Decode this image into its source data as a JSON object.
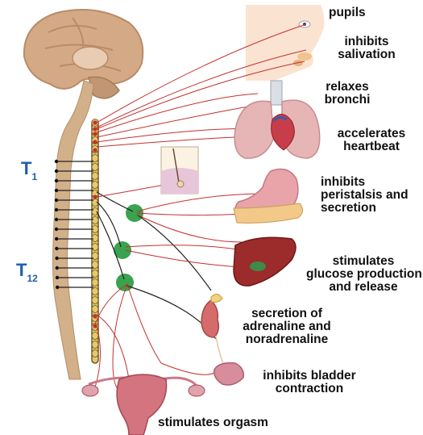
{
  "labels": {
    "pupils": "pupils",
    "salivation_l1": "inhibits",
    "salivation_l2": "salivation",
    "bronchi_l1": "relaxes",
    "bronchi_l2": "bronchi",
    "heart_l1": "accelerates",
    "heart_l2": "heartbeat",
    "stomach_l1": "inhibits",
    "stomach_l2": "peristalsis and",
    "stomach_l3": "secretion",
    "liver_l1": "stimulates",
    "liver_l2": "glucose production",
    "liver_l3": "and release",
    "adrenal_l1": "secretion of",
    "adrenal_l2": "adrenaline and",
    "adrenal_l3": "noradrenaline",
    "bladder_l1": "inhibits bladder",
    "bladder_l2": "contraction",
    "uterus": "stimulates orgasm"
  },
  "segments": {
    "t1_main": "T",
    "t1_sub": "1",
    "t12_main": "T",
    "t12_sub": "12"
  },
  "colors": {
    "nerve": "#c4302f",
    "preganglionic": "#222222",
    "ganglion": "#3aa34f",
    "spine": "#c9a57d",
    "label_text": "#111111",
    "segment_text": "#1f5fae"
  }
}
